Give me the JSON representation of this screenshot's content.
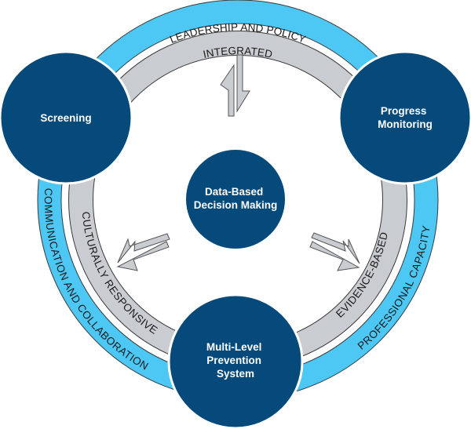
{
  "colors": {
    "outer_ring": "#4dc7f4",
    "inner_ring": "#c9ccd0",
    "node": "#054a7a",
    "node_text": "#ffffff",
    "ring_text": "#1a1a1a",
    "outline": "#3a3a3a"
  },
  "outer_ring": {
    "top_label": "LEADERSHIP AND POLICY",
    "left_label": "COMMUNICATION AND COLLABORATION",
    "right_label": "PROFESSIONAL CAPACITY"
  },
  "inner_ring": {
    "top_label": "INTEGRATED",
    "left_label": "CULTURALLY RESPONSIVE",
    "right_label": "EVIDENCE-BASED"
  },
  "nodes": {
    "center": {
      "lines": [
        "Data-Based",
        "Decision Making"
      ]
    },
    "top_left": {
      "lines": [
        "Screening"
      ]
    },
    "top_right": {
      "lines": [
        "Progress",
        "Monitoring"
      ]
    },
    "bottom": {
      "lines": [
        "Multi-Level",
        "Prevention",
        "System"
      ]
    }
  },
  "arrows": [
    {
      "name": "top-bidirectional-arrow",
      "between": [
        "center",
        "ring-top"
      ]
    },
    {
      "name": "left-bidirectional-arrow",
      "between": [
        "center",
        "ring-left"
      ]
    },
    {
      "name": "right-bidirectional-arrow",
      "between": [
        "center",
        "ring-right"
      ]
    }
  ]
}
